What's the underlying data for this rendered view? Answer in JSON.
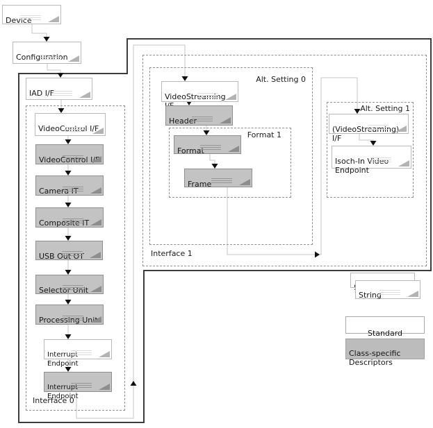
{
  "nodes": {
    "device": {
      "label": "Device"
    },
    "configuration": {
      "label": "Configuration"
    },
    "iad": {
      "label": "IAD I/F"
    },
    "vc_if_std": {
      "label": "VideoControl I/F"
    },
    "vc_if_cs": {
      "label": "VideoControl I/F"
    },
    "camera_it": {
      "label": "Camera IT"
    },
    "composite_it": {
      "label": "Composite IT"
    },
    "usb_out_ot": {
      "label": "USB Out OT"
    },
    "selector_unit": {
      "label": "Selector Unit"
    },
    "processing_unit": {
      "label": "Processing Unit"
    },
    "interrupt_ep_std": {
      "label": "Interrupt Endpoint"
    },
    "interrupt_ep_cs": {
      "label": "Interrupt Endpoint"
    },
    "vs_if_std": {
      "label": "VideoStreaming I/F"
    },
    "header": {
      "label": "Header"
    },
    "format": {
      "label": "Format"
    },
    "frame": {
      "label": "Frame"
    },
    "vs_if_alt1": {
      "label": "(VideoStreaming) I/F"
    },
    "isoch_in_ep": {
      "label": "Isoch-In Video\nEndpoint"
    }
  },
  "regions": {
    "interface0": {
      "label": "Interface 0"
    },
    "interface1": {
      "label": "Interface 1"
    },
    "alt_setting0": {
      "label": "Alt. Setting 0"
    },
    "alt_setting1": {
      "label": "Alt. Setting 1"
    },
    "format1": {
      "label": "Format 1"
    }
  },
  "legend": {
    "string_front": "String",
    "string_back": "String",
    "standard": "Standard Descriptors",
    "class_specific": "Class-specific\nDescriptors"
  },
  "colors": {
    "standard_fill": "#ffffff",
    "class_specific_fill": "#c3c3c3",
    "collection_outline": "#3c3c3c",
    "connector": "#c6c6c6",
    "dashed_border": "#8f8f8f"
  }
}
